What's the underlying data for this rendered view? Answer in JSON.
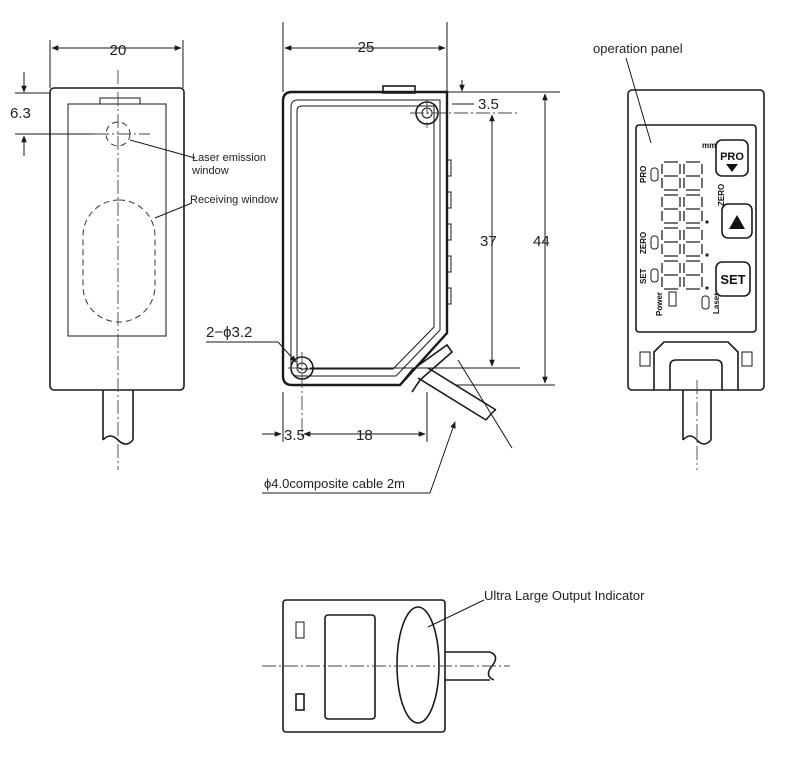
{
  "dimensions": {
    "front_width": "20",
    "side_width": "25",
    "hole_offset_top": "6.3",
    "hole_inset_right": "3.5",
    "hole_spacing_v": "37",
    "side_height": "44",
    "hole_spec": "2−ϕ3.2",
    "hole_inset_left": "3.5",
    "hole_spacing_h": "18"
  },
  "labels": {
    "laser_window_line1": "Laser emission",
    "laser_window_line2": "window",
    "receiving_window": "Receiving window",
    "cable": "ϕ4.0composite cable 2m",
    "operation_panel": "operation panel",
    "output_indicator": "Ultra Large Output Indicator"
  },
  "panel": {
    "unit": "mm",
    "pro_button": "PRO",
    "set_button": "SET",
    "indicators": {
      "pro": "PRO",
      "zero": "ZERO",
      "zero_side": "ZERO",
      "set": "SET",
      "power": "Power",
      "laser": "Laser"
    }
  }
}
